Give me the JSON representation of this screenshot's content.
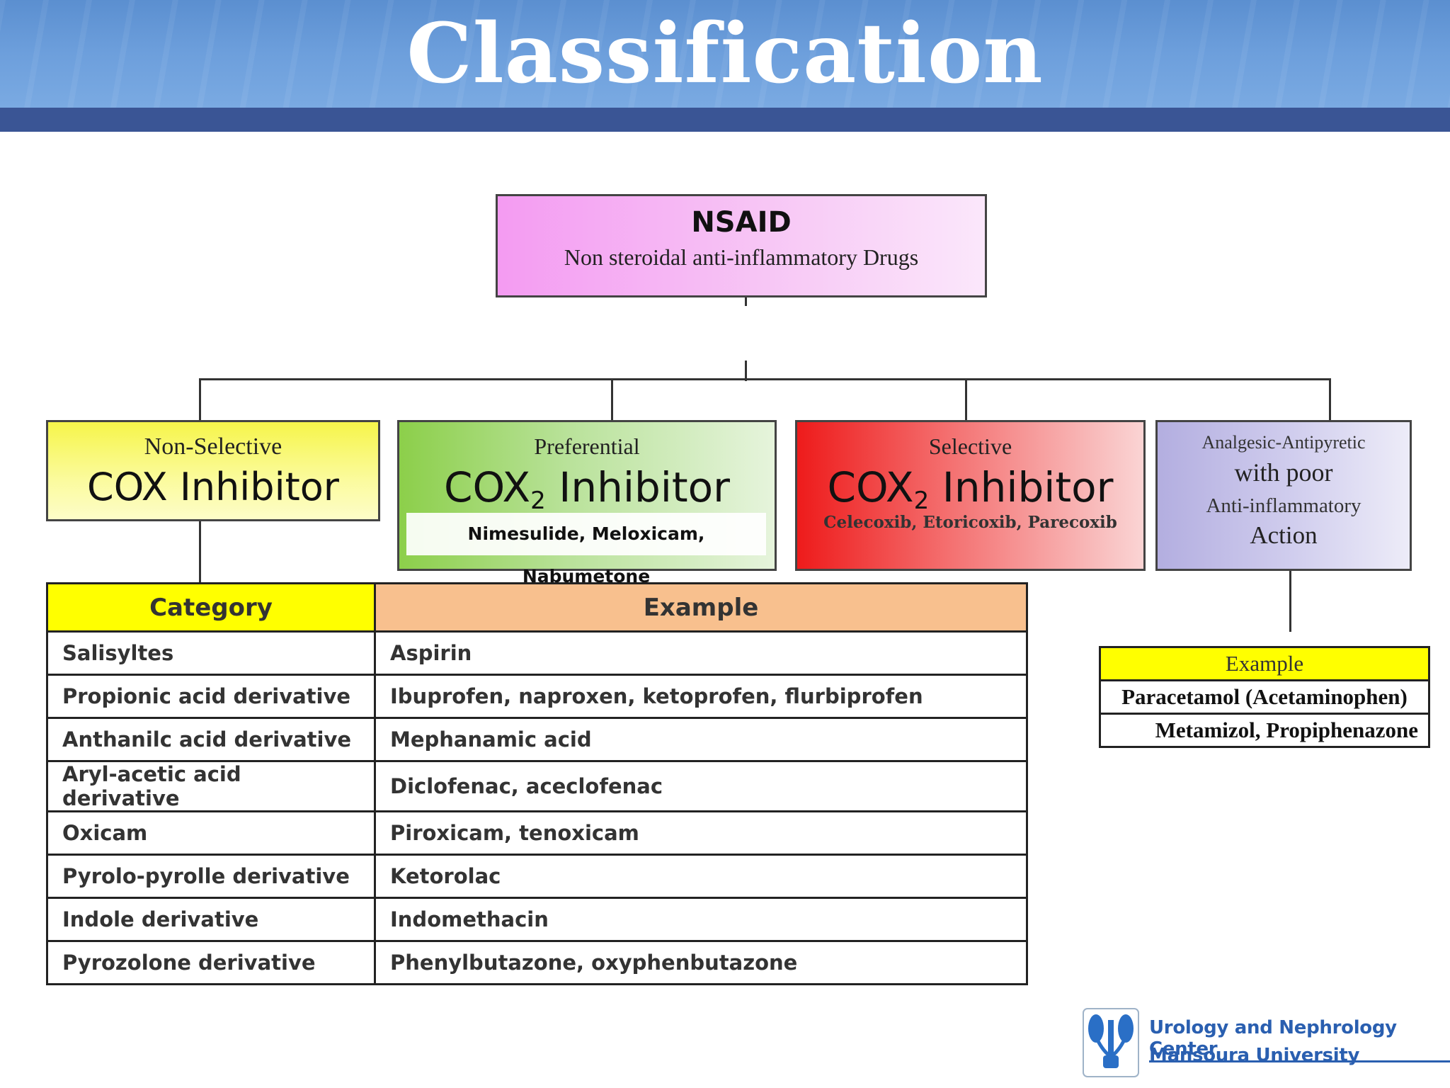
{
  "header": {
    "title": "Classification"
  },
  "root": {
    "title": "NSAID",
    "subtitle": "Non steroidal anti-inflammatory Drugs"
  },
  "groups": {
    "non_selective": {
      "line1": "Non-Selective",
      "line2": "COX Inhibitor"
    },
    "preferential": {
      "line1": "Preferential",
      "main": "COX",
      "sub": "2",
      "main_rest": " Inhibitor",
      "examples": "Nimesulide, Meloxicam, Nabumetone"
    },
    "selective": {
      "line1": "Selective",
      "main": "COX",
      "sub": "2",
      "main_rest": " Inhibitor",
      "examples": "Celecoxib, Etoricoxib, Parecoxib"
    },
    "analgesic": {
      "line1": "Analgesic-Antipyretic",
      "line2": "with poor",
      "line3": "Anti-inflammatory",
      "line4": "Action"
    }
  },
  "category_table": {
    "headers": {
      "category": "Category",
      "example": "Example"
    },
    "rows": [
      {
        "category": "Salisyltes",
        "example": "Aspirin"
      },
      {
        "category": "Propionic acid derivative",
        "example": "Ibuprofen, naproxen, ketoprofen, flurbiprofen"
      },
      {
        "category": "Anthanilc acid derivative",
        "example": "Mephanamic acid"
      },
      {
        "category": "Aryl-acetic acid derivative",
        "example": "Diclofenac, aceclofenac"
      },
      {
        "category": "Oxicam",
        "example": "Piroxicam, tenoxicam"
      },
      {
        "category": "Pyrolo-pyrolle derivative",
        "example": "Ketorolac"
      },
      {
        "category": "Indole derivative",
        "example": "Indomethacin"
      },
      {
        "category": "Pyrozolone derivative",
        "example": "Phenylbutazone, oxyphenbutazone"
      }
    ]
  },
  "analgesic_examples": {
    "header": "Example",
    "rows": [
      "Paracetamol (Acetaminophen)",
      "Metamizol, Propiphenazone"
    ]
  },
  "footer": {
    "line1": "Urology and Nephrology Center",
    "line2": "Mansoura University"
  },
  "colors": {
    "header_band": "#3a5595",
    "logo_blue": "#2a5fb0",
    "category_header": "#ffff00",
    "example_header": "#f8c08e"
  }
}
